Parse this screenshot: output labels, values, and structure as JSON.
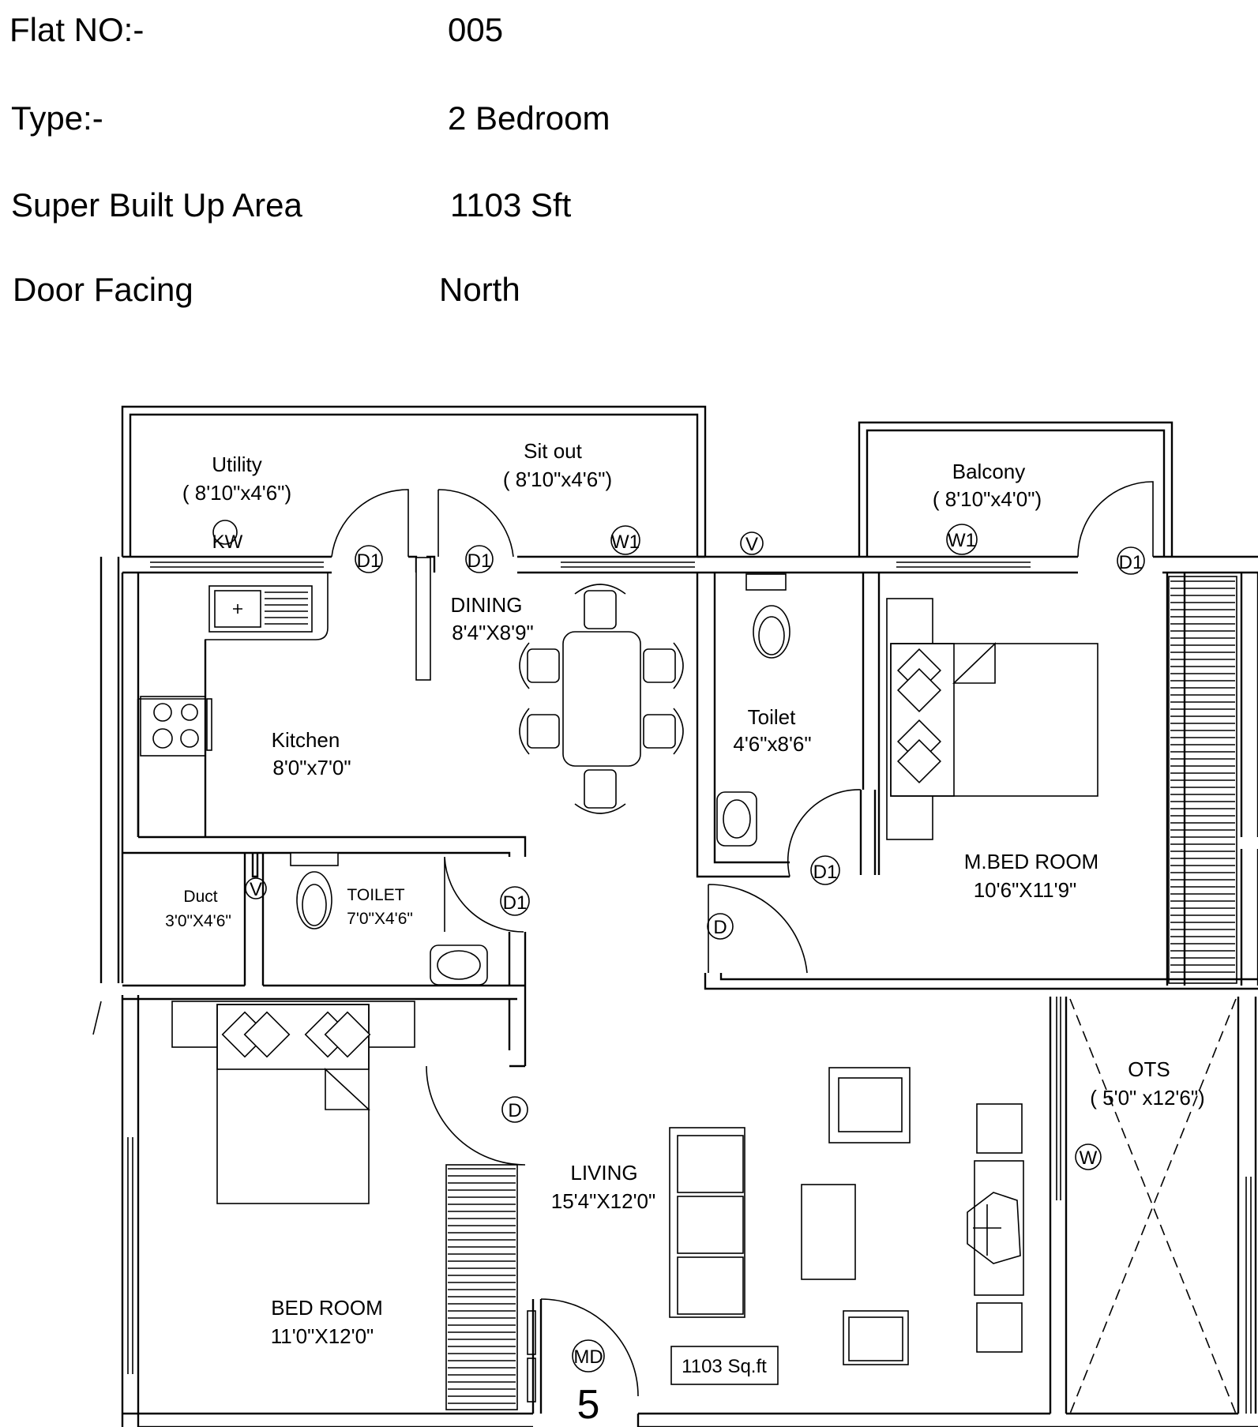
{
  "info": {
    "flat_no_label": "Flat  NO:-",
    "flat_no_value": "005",
    "type_label": "Type:-",
    "type_value": "2 Bedroom",
    "area_label": "Super Built Up Area",
    "area_value": "1103 Sft",
    "facing_label": "Door Facing",
    "facing_value": "North"
  },
  "rooms": {
    "utility_name": "Utility",
    "utility_size": "( 8'10\"x4'6\")",
    "sitout_name": "Sit out",
    "sitout_size": "( 8'10\"x4'6\")",
    "balcony_name": "Balcony",
    "balcony_size": "( 8'10\"x4'0\")",
    "dining_name": "DINING",
    "dining_size": "8'4\"X8'9\"",
    "kitchen_name": "Kitchen",
    "kitchen_size": "8'0\"x7'0\"",
    "toilet1_name": "Toilet",
    "toilet1_size": "4'6\"x8'6\"",
    "mbed_name": "M.BED ROOM",
    "mbed_size": "10'6\"X11'9\"",
    "duct_name": "Duct",
    "duct_size": "3'0\"X4'6\"",
    "toilet2_name": "TOILET",
    "toilet2_size": "7'0\"X4'6\"",
    "ots_name": "OTS",
    "ots_size": "( 5'0\" x12'6\")",
    "living_name": "LIVING",
    "living_size": "15'4\"X12'0\"",
    "bed_name": "BED ROOM",
    "bed_size": "11'0\"X12'0\""
  },
  "tags": {
    "kw": "KW",
    "d1": "D1",
    "w1": "W1",
    "v": "V",
    "d": "D",
    "w": "W",
    "md": "MD"
  },
  "area_box": "1103 Sq.ft",
  "unit_number": "5"
}
